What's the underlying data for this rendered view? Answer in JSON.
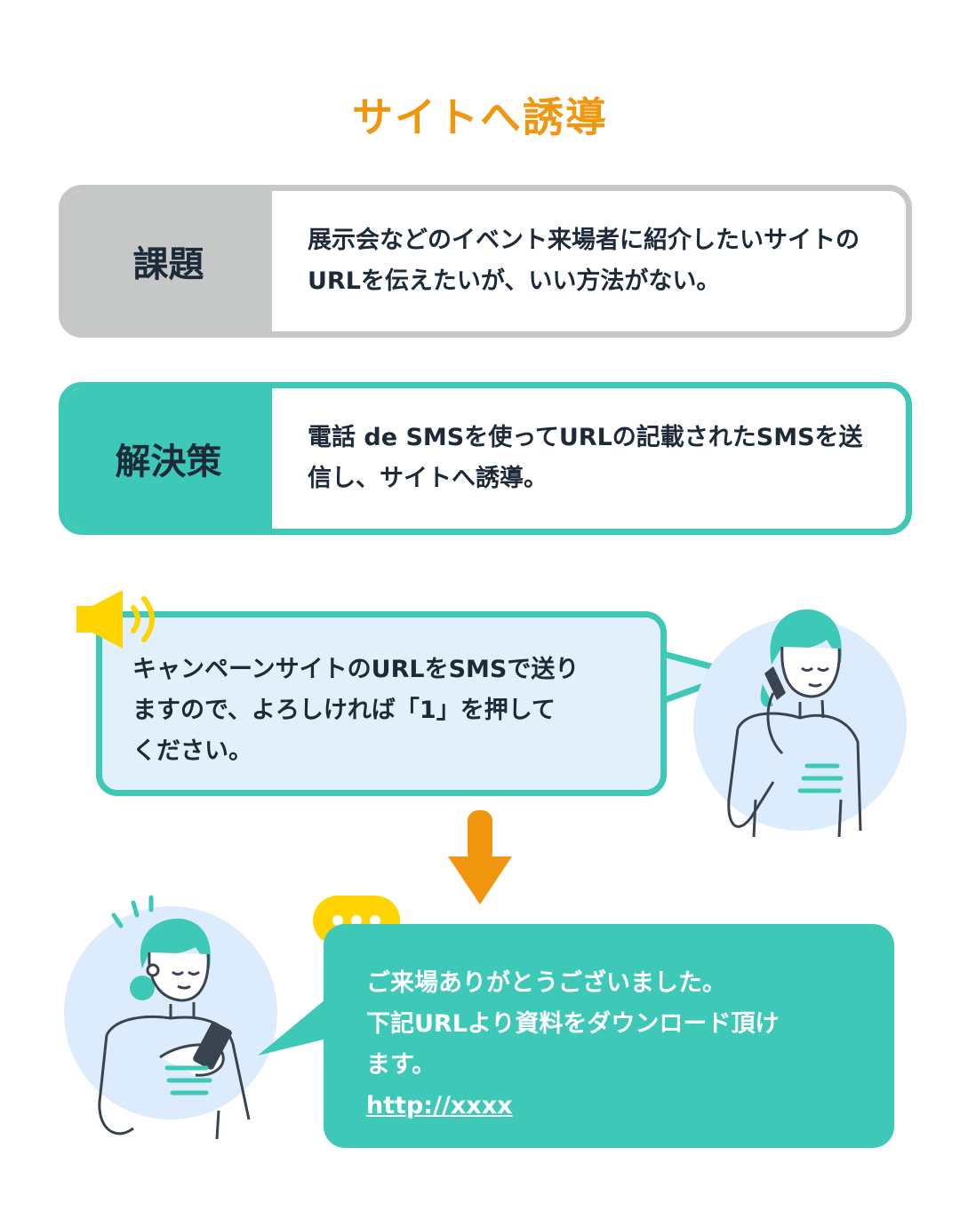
{
  "title": "サイトへ誘導",
  "problem": {
    "label": "課題",
    "text": "展示会などのイベント来場者に紹介したいサイトのURLを伝えたいが、いい方法がない。"
  },
  "solution": {
    "label": "解決策",
    "text": "電話 de SMSを使ってURLの記載されたSMSを送信し、サイトへ誘導。"
  },
  "voice_message": {
    "line1": "キャンペーンサイトのURLをSMSで送り",
    "line2": "ますので、よろしければ「1」を押して",
    "line3": "ください。"
  },
  "sms_message": {
    "line1": "ご来場ありがとうございました。",
    "line2": "下記URLより資料をダウンロード頂け",
    "line3": "ます。",
    "link": "http://xxxx"
  },
  "colors": {
    "accent_orange": "#f0960f",
    "teal": "#3ec8b8",
    "gray": "#c6c7c7",
    "light_blue": "#e2f0fc",
    "yellow": "#ffd400",
    "navy": "#1e2a3a"
  },
  "icons": [
    "speaker-icon",
    "chat-dots-icon",
    "arrow-down-icon",
    "person-on-phone",
    "person-with-smartphone"
  ]
}
